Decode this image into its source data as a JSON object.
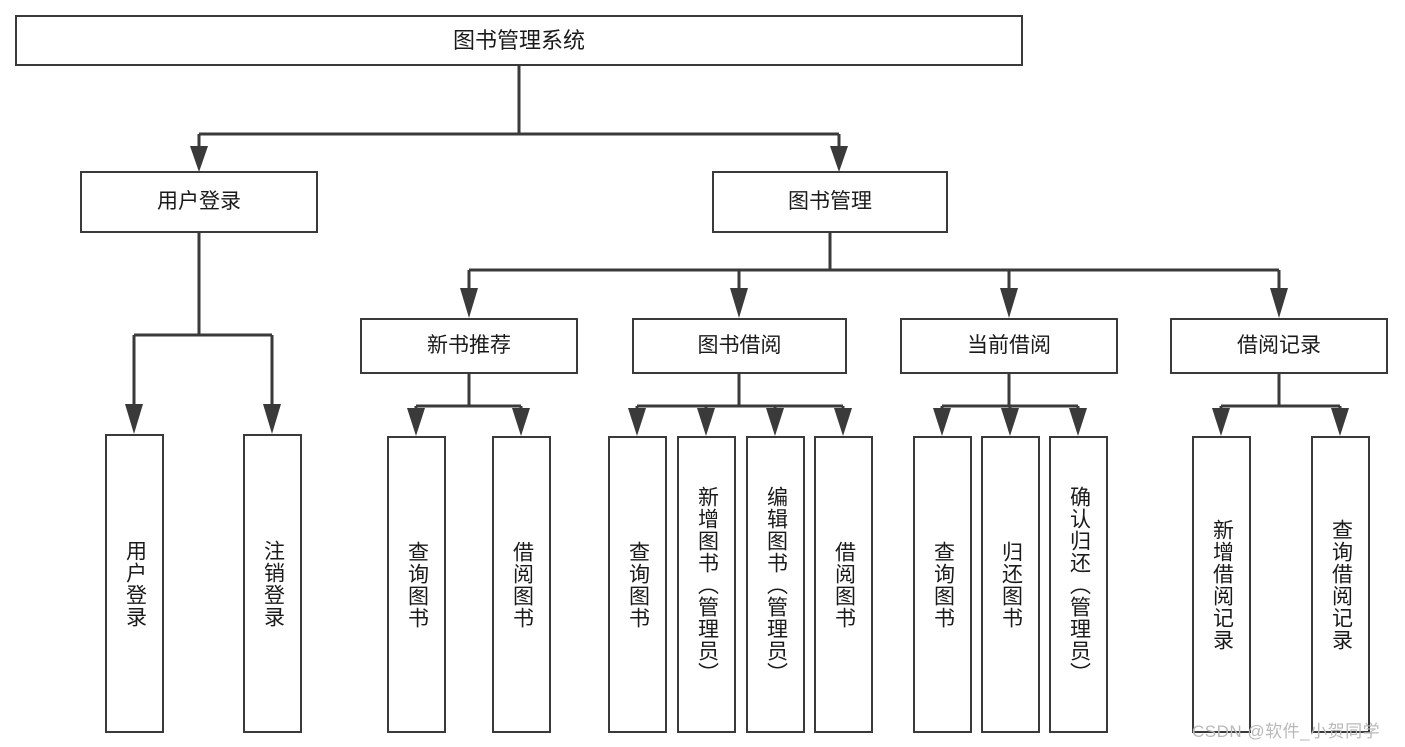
{
  "diagram": {
    "title": "图书管理系统",
    "type": "tree-hierarchy",
    "orientation": "top-down",
    "style": {
      "box_border_color": "#3a3a3a",
      "box_fill_color": "#ffffff",
      "connector_color": "#3a3a3a",
      "text_color": "#1a1a1a",
      "background": "#ffffff"
    }
  },
  "nodes": {
    "root": {
      "label": "图书管理系统",
      "level": 1
    },
    "level2": [
      {
        "id": "user-login",
        "label": "用户登录"
      },
      {
        "id": "book-manage",
        "label": "图书管理"
      }
    ],
    "level3": [
      {
        "id": "new-book-rec",
        "label": "新书推荐"
      },
      {
        "id": "book-borrow",
        "label": "图书借阅"
      },
      {
        "id": "current-borrow",
        "label": "当前借阅"
      },
      {
        "id": "borrow-record",
        "label": "借阅记录"
      }
    ],
    "leaves": {
      "user-login": [
        {
          "id": "leaf-user-login",
          "label": "用户登录"
        },
        {
          "id": "leaf-logout",
          "label": "注销登录"
        }
      ],
      "new-book-rec": [
        {
          "id": "leaf-query-book-1",
          "label": "查询图书"
        },
        {
          "id": "leaf-borrow-book-1",
          "label": "借阅图书"
        }
      ],
      "book-borrow": [
        {
          "id": "leaf-query-book-2",
          "label": "查询图书"
        },
        {
          "id": "leaf-add-book",
          "label": "新增图书（管理员）"
        },
        {
          "id": "leaf-edit-book",
          "label": "编辑图书（管理员）"
        },
        {
          "id": "leaf-borrow-book-2",
          "label": "借阅图书"
        }
      ],
      "current-borrow": [
        {
          "id": "leaf-query-book-3",
          "label": "查询图书"
        },
        {
          "id": "leaf-return-book",
          "label": "归还图书"
        },
        {
          "id": "leaf-confirm-return",
          "label": "确认归还（管理员）"
        }
      ],
      "borrow-record": [
        {
          "id": "leaf-add-record",
          "label": "新增借阅记录"
        },
        {
          "id": "leaf-query-record",
          "label": "查询借阅记录"
        }
      ]
    }
  },
  "watermark": {
    "text": "CSDN @软件_小贺同学"
  }
}
